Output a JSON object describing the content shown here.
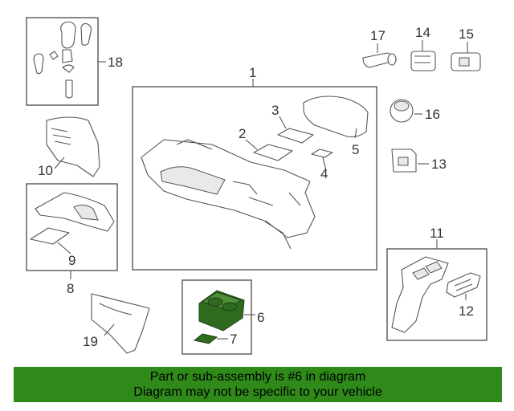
{
  "diagram": {
    "callouts": {
      "p1": "1",
      "p2": "2",
      "p3": "3",
      "p4": "4",
      "p5": "5",
      "p6": "6",
      "p7": "7",
      "p8": "8",
      "p9": "9",
      "p10": "10",
      "p11": "11",
      "p12": "12",
      "p13": "13",
      "p14": "14",
      "p15": "15",
      "p16": "16",
      "p17": "17",
      "p18": "18",
      "p19": "19"
    },
    "highlight_color": "#2e6b1f"
  },
  "banner": {
    "line1": "Part or sub-assembly is #6 in diagram",
    "line2": "Diagram may not be specific to your vehicle",
    "background": "#2f8a1a"
  }
}
